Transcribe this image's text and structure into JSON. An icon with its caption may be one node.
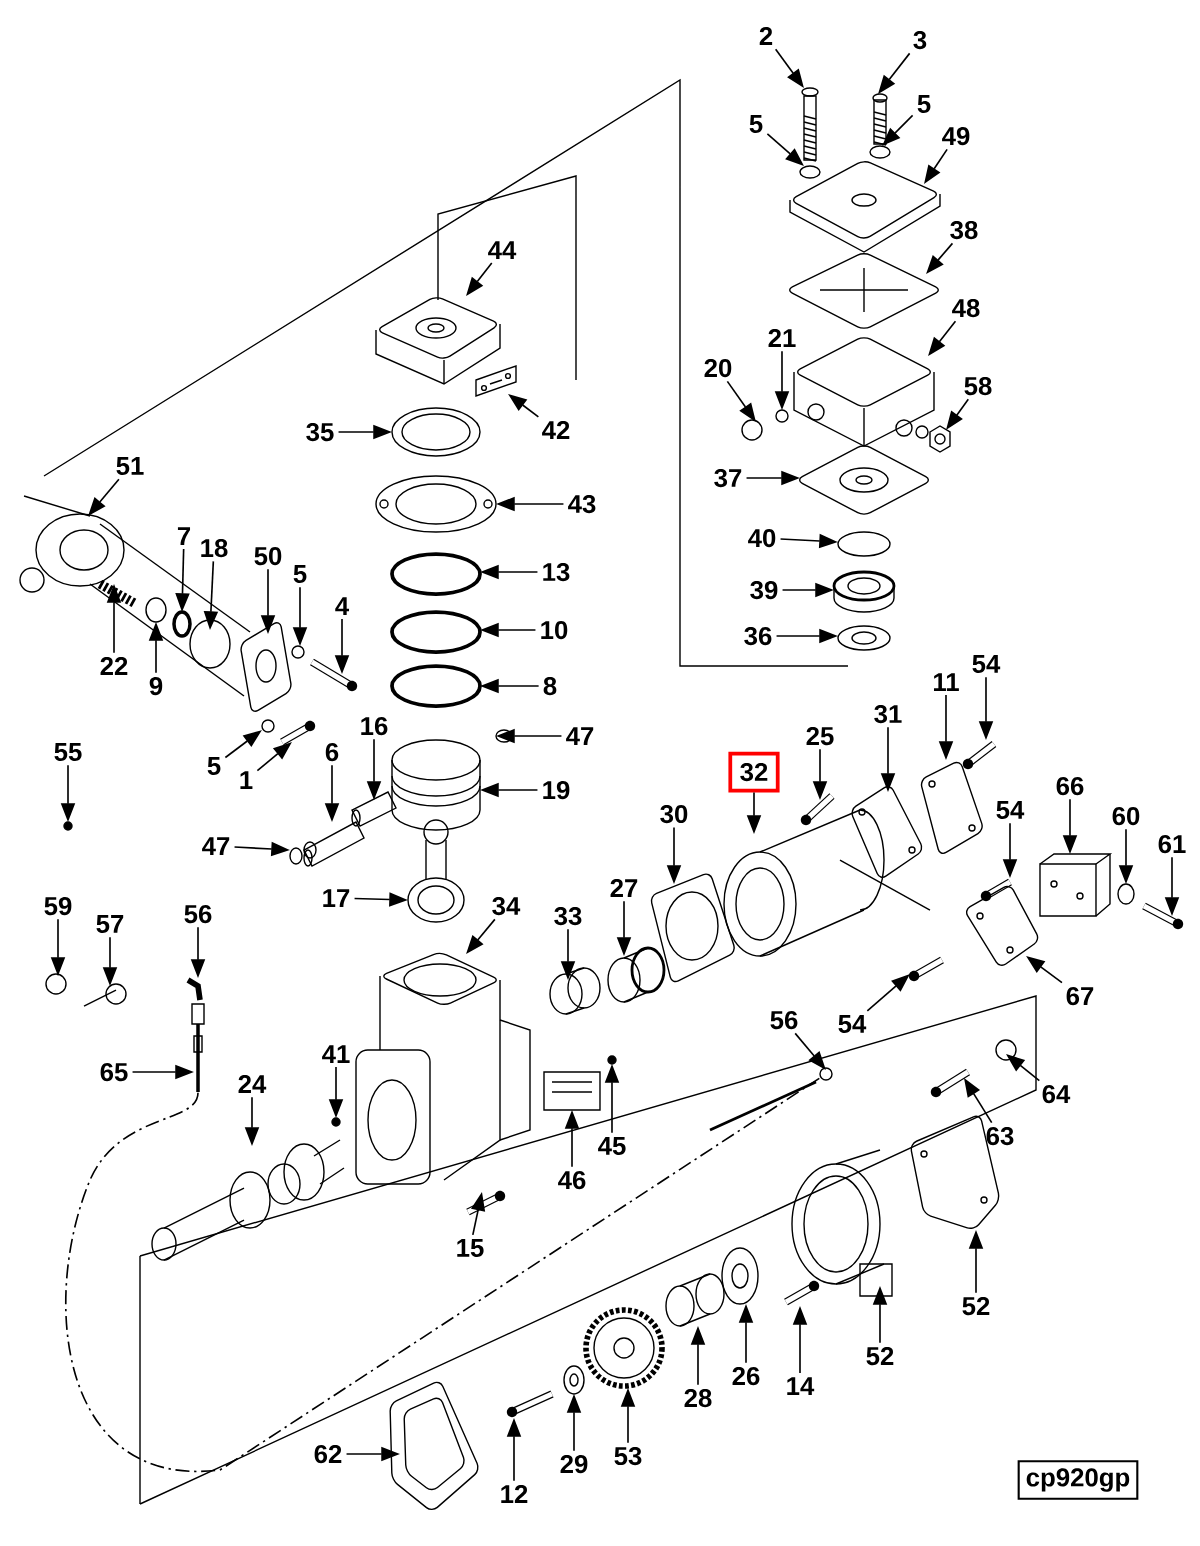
{
  "diagram": {
    "nodes": [
      {
        "text": [
          "2"
        ]
      },
      {
        "text": [
          "3"
        ]
      },
      {
        "text": [
          "5"
        ]
      },
      {
        "text": [
          "5"
        ]
      },
      {
        "text": [
          "49"
        ]
      },
      {
        "text": [
          "38"
        ]
      },
      {
        "text": [
          "44"
        ]
      },
      {
        "text": [
          "48"
        ]
      },
      {
        "text": [
          "21"
        ]
      },
      {
        "text": [
          "20"
        ]
      },
      {
        "text": [
          "58"
        ]
      },
      {
        "text": [
          "42"
        ]
      },
      {
        "text": [
          "35"
        ]
      },
      {
        "text": [
          "51"
        ]
      },
      {
        "text": [
          "37"
        ]
      },
      {
        "text": [
          "43"
        ]
      },
      {
        "text": [
          "7"
        ]
      },
      {
        "text": [
          "40"
        ]
      },
      {
        "text": [
          "18"
        ]
      },
      {
        "text": [
          "50"
        ]
      },
      {
        "text": [
          "5"
        ]
      },
      {
        "text": [
          "13"
        ]
      },
      {
        "text": [
          "39"
        ]
      },
      {
        "text": [
          "4"
        ]
      },
      {
        "text": [
          "10"
        ]
      },
      {
        "text": [
          "36"
        ]
      },
      {
        "text": [
          "54"
        ]
      },
      {
        "text": [
          "22"
        ]
      },
      {
        "text": [
          "11"
        ]
      },
      {
        "text": [
          "9"
        ]
      },
      {
        "text": [
          "8"
        ]
      },
      {
        "text": [
          "31"
        ]
      },
      {
        "text": [
          "16"
        ]
      },
      {
        "text": [
          "47"
        ]
      },
      {
        "text": [
          "25"
        ]
      },
      {
        "text": [
          "55"
        ]
      },
      {
        "text": [
          "6"
        ]
      },
      {
        "text": [
          "5"
        ]
      },
      {
        "text": [
          "32"
        ]
      },
      {
        "text": [
          "1"
        ]
      },
      {
        "text": [
          "66"
        ]
      },
      {
        "text": [
          "19"
        ]
      },
      {
        "text": [
          "54"
        ]
      },
      {
        "text": [
          "30"
        ]
      },
      {
        "text": [
          "60"
        ]
      },
      {
        "text": [
          "61"
        ]
      },
      {
        "text": [
          "47"
        ]
      },
      {
        "text": [
          "27"
        ]
      },
      {
        "text": [
          "17"
        ]
      },
      {
        "text": [
          "34"
        ]
      },
      {
        "text": [
          "59"
        ]
      },
      {
        "text": [
          "56"
        ]
      },
      {
        "text": [
          "33"
        ]
      },
      {
        "text": [
          "57"
        ]
      },
      {
        "text": [
          "67"
        ]
      },
      {
        "text": [
          "56"
        ]
      },
      {
        "text": [
          "54"
        ]
      },
      {
        "text": [
          "41"
        ]
      },
      {
        "text": [
          "65"
        ]
      },
      {
        "text": [
          "24"
        ]
      },
      {
        "text": [
          "64"
        ]
      },
      {
        "text": [
          "63"
        ]
      },
      {
        "text": [
          "45"
        ]
      },
      {
        "text": [
          "46"
        ]
      },
      {
        "text": [
          "15"
        ]
      },
      {
        "text": [
          "52"
        ]
      },
      {
        "text": [
          "52"
        ]
      },
      {
        "text": [
          "26"
        ]
      },
      {
        "text": [
          "14"
        ]
      },
      {
        "text": [
          "28"
        ]
      },
      {
        "text": [
          "62"
        ]
      },
      {
        "text": [
          "53"
        ]
      },
      {
        "text": [
          "29"
        ]
      },
      {
        "text": [
          "12"
        ]
      },
      {
        "text": [
          "cp920gp"
        ]
      },
      {
        "text": [],
        "shape": "picture"
      },
      {
        "text": [],
        "shape": "picture"
      },
      {
        "text": [],
        "shape": "circle"
      },
      {
        "text": [],
        "shape": "circle"
      },
      {
        "text": [],
        "shape": "picture"
      },
      {
        "text": [],
        "shape": "picture"
      },
      {
        "text": [],
        "shape": "picture"
      },
      {
        "text": [],
        "shape": "picture"
      },
      {
        "text": [],
        "shape": "circle"
      },
      {
        "text": [],
        "shape": "circle"
      },
      {
        "text": [],
        "shape": "picture"
      },
      {
        "text": [],
        "shape": "picture"
      },
      {
        "text": [],
        "shape": "picture"
      },
      {
        "text": [],
        "shape": "picture"
      },
      {
        "text": [],
        "shape": "picture"
      },
      {
        "text": [],
        "shape": "picture"
      },
      {
        "text": [],
        "shape": "circle"
      },
      {
        "text": [],
        "shape": "circle"
      },
      {
        "text": [],
        "shape": "circle"
      },
      {
        "text": [],
        "shape": "picture"
      },
      {
        "text": [],
        "shape": "circle"
      },
      {
        "text": [],
        "shape": "circle"
      },
      {
        "text": [],
        "shape": "picture"
      },
      {
        "text": [],
        "shape": "picture"
      },
      {
        "text": [],
        "shape": "circle"
      },
      {
        "text": [],
        "shape": "picture"
      },
      {
        "text": [],
        "shape": "picture"
      },
      {
        "text": [],
        "shape": "picture"
      },
      {
        "text": [],
        "shape": "picture"
      },
      {
        "text": [],
        "shape": "circle"
      },
      {
        "text": [],
        "shape": "circle"
      },
      {
        "text": [],
        "shape": "picture"
      },
      {
        "text": [],
        "shape": "picture"
      },
      {
        "text": [],
        "shape": "circle"
      },
      {
        "text": [],
        "shape": "picture"
      },
      {
        "text": [],
        "shape": "circle"
      },
      {
        "text": [],
        "shape": "picture"
      },
      {
        "text": [],
        "shape": "circle"
      },
      {
        "text": [],
        "shape": "picture"
      },
      {
        "text": [],
        "shape": "picture"
      },
      {
        "text": [],
        "shape": "picture"
      },
      {
        "text": [],
        "shape": "picture"
      },
      {
        "text": [],
        "shape": "picture"
      },
      {
        "text": [],
        "shape": "picture"
      },
      {
        "text": [],
        "shape": "circle"
      },
      {
        "text": [],
        "shape": "picture"
      },
      {
        "text": [],
        "shape": "picture"
      },
      {
        "text": [],
        "shape": "picture"
      },
      {
        "text": [],
        "shape": "picture"
      },
      {
        "text": [],
        "shape": "picture"
      },
      {
        "text": [],
        "shape": "circle"
      },
      {
        "text": [],
        "shape": "picture"
      },
      {
        "text": [],
        "shape": "picture"
      },
      {
        "text": [],
        "shape": "picture"
      },
      {
        "text": [],
        "shape": "picture"
      },
      {
        "text": [],
        "shape": "circle"
      },
      {
        "text": [],
        "shape": "picture"
      },
      {
        "text": [],
        "shape": "circle"
      },
      {
        "text": [],
        "shape": "picture"
      },
      {
        "text": [],
        "shape": "picture"
      },
      {
        "text": [],
        "shape": "circle"
      },
      {
        "text": [],
        "shape": "picture"
      },
      {
        "text": [],
        "shape": "circle"
      },
      {
        "text": [],
        "shape": "picture"
      },
      {
        "text": [],
        "shape": "picture"
      },
      {
        "text": [],
        "shape": "picture"
      },
      {
        "text": [],
        "shape": "picture"
      },
      {
        "text": [],
        "shape": "picture"
      },
      {
        "text": [],
        "shape": "picture"
      },
      {
        "text": [],
        "shape": "picture"
      },
      {
        "text": [],
        "shape": "picture"
      },
      {
        "text": [],
        "shape": "picture"
      },
      {
        "text": [],
        "shape": "picture"
      },
      {
        "text": [],
        "shape": "picture"
      }
    ],
    "edges": [
      {
        "from": 0,
        "to": 75,
        "arrow": "to"
      },
      {
        "from": 1,
        "to": 76,
        "arrow": "to"
      },
      {
        "from": 2,
        "to": 77,
        "arrow": "to"
      },
      {
        "from": 3,
        "to": 78,
        "arrow": "to"
      },
      {
        "from": 4,
        "to": 79,
        "arrow": "to"
      },
      {
        "from": 5,
        "to": 80,
        "arrow": "to"
      },
      {
        "from": 6,
        "to": 81,
        "arrow": "to"
      },
      {
        "from": 7,
        "to": 82,
        "arrow": "to"
      },
      {
        "from": 8,
        "to": 83,
        "arrow": "to"
      },
      {
        "from": 9,
        "to": 84,
        "arrow": "to"
      },
      {
        "from": 10,
        "to": 85,
        "arrow": "to"
      },
      {
        "from": 11,
        "to": 86,
        "arrow": "to"
      },
      {
        "from": 12,
        "to": 87,
        "arrow": "to"
      },
      {
        "from": 13,
        "to": 88,
        "arrow": "to"
      },
      {
        "from": 14,
        "to": 89,
        "arrow": "to"
      },
      {
        "from": 15,
        "to": 90,
        "arrow": "to"
      },
      {
        "from": 16,
        "to": 91,
        "arrow": "to"
      },
      {
        "from": 17,
        "to": 92,
        "arrow": "to"
      },
      {
        "from": 18,
        "to": 93,
        "arrow": "to"
      },
      {
        "from": 19,
        "to": 94,
        "arrow": "to"
      },
      {
        "from": 20,
        "to": 95,
        "arrow": "to"
      },
      {
        "from": 21,
        "to": 96,
        "arrow": "to"
      },
      {
        "from": 22,
        "to": 97,
        "arrow": "to"
      },
      {
        "from": 23,
        "to": 98,
        "arrow": "to"
      },
      {
        "from": 24,
        "to": 99,
        "arrow": "to"
      },
      {
        "from": 25,
        "to": 100,
        "arrow": "to"
      },
      {
        "from": 26,
        "to": 101,
        "arrow": "to"
      },
      {
        "from": 27,
        "to": 102,
        "arrow": "to"
      },
      {
        "from": 28,
        "to": 103,
        "arrow": "to"
      },
      {
        "from": 29,
        "to": 104,
        "arrow": "to"
      },
      {
        "from": 30,
        "to": 105,
        "arrow": "to"
      },
      {
        "from": 31,
        "to": 106,
        "arrow": "to"
      },
      {
        "from": 32,
        "to": 107,
        "arrow": "to"
      },
      {
        "from": 33,
        "to": 108,
        "arrow": "to"
      },
      {
        "from": 34,
        "to": 109,
        "arrow": "to"
      },
      {
        "from": 35,
        "to": 110,
        "arrow": "to"
      },
      {
        "from": 36,
        "to": 111,
        "arrow": "to"
      },
      {
        "from": 37,
        "to": 112,
        "arrow": "to"
      },
      {
        "from": 38,
        "to": 113,
        "arrow": "to"
      },
      {
        "from": 39,
        "to": 114,
        "arrow": "to"
      },
      {
        "from": 40,
        "to": 115,
        "arrow": "to"
      },
      {
        "from": 41,
        "to": 116,
        "arrow": "to"
      },
      {
        "from": 42,
        "to": 117,
        "arrow": "to"
      },
      {
        "from": 43,
        "to": 118,
        "arrow": "to"
      },
      {
        "from": 44,
        "to": 119,
        "arrow": "to"
      },
      {
        "from": 45,
        "to": 120,
        "arrow": "to"
      },
      {
        "from": 46,
        "to": 121,
        "arrow": "to"
      },
      {
        "from": 47,
        "to": 122,
        "arrow": "to"
      },
      {
        "from": 48,
        "to": 123,
        "arrow": "to"
      },
      {
        "from": 49,
        "to": 124,
        "arrow": "to"
      },
      {
        "from": 50,
        "to": 125,
        "arrow": "to"
      },
      {
        "from": 51,
        "to": 126,
        "arrow": "to"
      },
      {
        "from": 52,
        "to": 127,
        "arrow": "to"
      },
      {
        "from": 53,
        "to": 128,
        "arrow": "to"
      },
      {
        "from": 54,
        "to": 129,
        "arrow": "to"
      },
      {
        "from": 55,
        "to": 130,
        "arrow": "to"
      },
      {
        "from": 56,
        "to": 131,
        "arrow": "to"
      },
      {
        "from": 57,
        "to": 132,
        "arrow": "to"
      },
      {
        "from": 58,
        "to": 133,
        "arrow": "to"
      },
      {
        "from": 59,
        "to": 134,
        "arrow": "to"
      },
      {
        "from": 60,
        "to": 135,
        "arrow": "to"
      },
      {
        "from": 61,
        "to": 136,
        "arrow": "to"
      },
      {
        "from": 62,
        "to": 137,
        "arrow": "to"
      },
      {
        "from": 63,
        "to": 138,
        "arrow": "to"
      },
      {
        "from": 64,
        "to": 139,
        "arrow": "to"
      },
      {
        "from": 65,
        "to": 140,
        "arrow": "to"
      },
      {
        "from": 66,
        "to": 141,
        "arrow": "to"
      },
      {
        "from": 67,
        "to": 142,
        "arrow": "to"
      },
      {
        "from": 68,
        "to": 143,
        "arrow": "to"
      },
      {
        "from": 69,
        "to": 144,
        "arrow": "to"
      },
      {
        "from": 70,
        "to": 145,
        "arrow": "to"
      },
      {
        "from": 71,
        "to": 146,
        "arrow": "to"
      },
      {
        "from": 72,
        "to": 147,
        "arrow": "to"
      },
      {
        "from": 73,
        "to": 148,
        "arrow": "to"
      },
      {
        "from": 133,
        "to": 130,
        "arrow": "none",
        "style": "dashed"
      }
    ]
  }
}
